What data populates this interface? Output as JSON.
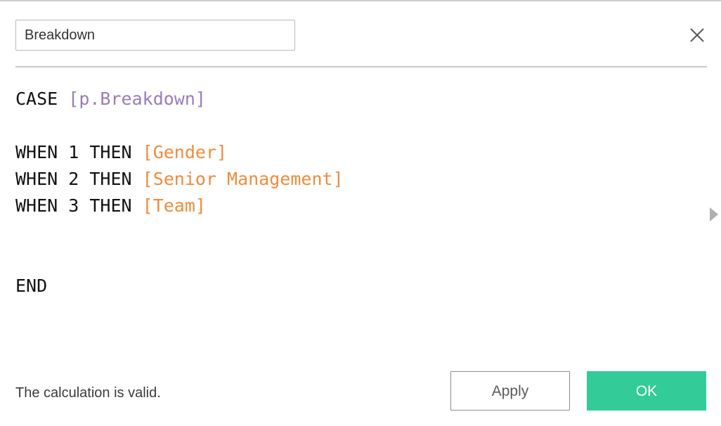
{
  "dialog": {
    "title_value": "Breakdown",
    "title_placeholder": "Name",
    "close_icon": "close-icon",
    "expand_icon": "triangle-right-icon"
  },
  "formula": {
    "full_text": "CASE [p.Breakdown]\n\nWHEN 1 THEN [Gender]\nWHEN 2 THEN [Senior Management]\nWHEN 3 THEN [Team]\n\n\nEND",
    "lines": [
      {
        "keyword": "CASE",
        "spacer": " ",
        "parameter": "[p.Breakdown]"
      },
      {
        "keyword": "",
        "spacer": "",
        "parameter": ""
      },
      {
        "keyword": "WHEN 1 THEN",
        "spacer": " ",
        "field": "[Gender]"
      },
      {
        "keyword": "WHEN 2 THEN",
        "spacer": " ",
        "field": "[Senior Management]"
      },
      {
        "keyword": "WHEN 3 THEN",
        "spacer": " ",
        "field": "[Team]"
      },
      {
        "keyword": "",
        "spacer": "",
        "field": ""
      },
      {
        "keyword": "",
        "spacer": "",
        "field": ""
      },
      {
        "keyword": "END",
        "spacer": "",
        "field": ""
      }
    ],
    "tokens": {
      "case_keyword": "CASE",
      "case_parameter": "[p.Breakdown]",
      "when1_keyword": "WHEN 1 THEN",
      "when1_field": "[Gender]",
      "when2_keyword": "WHEN 2 THEN",
      "when2_field": "[Senior Management]",
      "when3_keyword": "WHEN 3 THEN",
      "when3_field": "[Team]",
      "end_keyword": "END"
    }
  },
  "footer": {
    "status": "The calculation is valid.",
    "apply_label": "Apply",
    "ok_label": "OK"
  },
  "colors": {
    "parameter": "#9a7cb8",
    "field": "#ef8b3c",
    "keyword": "#111111",
    "ok_button_bg": "#33cc99",
    "apply_button_border": "#8c8c8c",
    "divider": "#c9c9c9",
    "input_border": "#b9b9b9"
  }
}
